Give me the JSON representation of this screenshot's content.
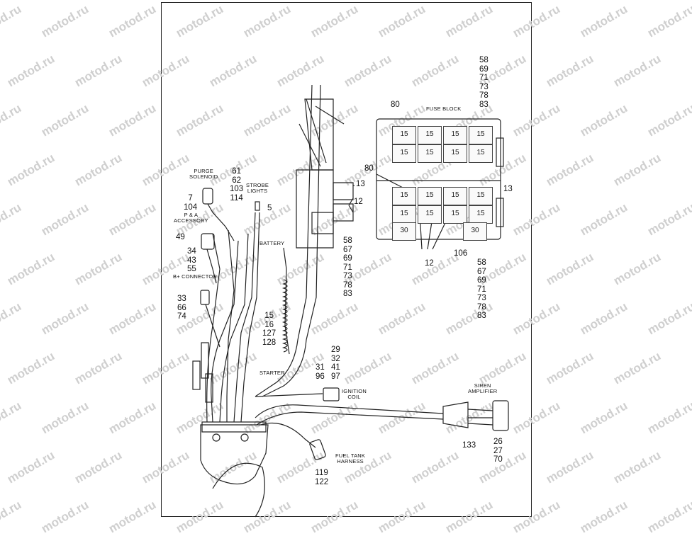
{
  "watermark": "motod.ru",
  "labels": {
    "purge_solenoid": "PURGE\nSOLENOID",
    "strobe_lights": "STROBE\nLIGHTS",
    "p_a_accessory": "P & A\nACCESSORY",
    "b_connector": "B+ CONNECTOR",
    "battery": "BATTERY",
    "starter": "STARTER",
    "ignition_coil": "IGNITION\nCOIL",
    "fuse_block": "FUSE BLOCK",
    "siren_amplifier": "SIREN\nAMPLIFIER",
    "fuel_tank_harness": "FUEL TANK\nHARNESS"
  },
  "callouts": {
    "purge_a": [
      "7",
      "104"
    ],
    "purge_b": [
      "61",
      "62",
      "103",
      "114"
    ],
    "strobe": [
      "5"
    ],
    "pa_49": [
      "49"
    ],
    "pa_stack": [
      "34",
      "43",
      "55"
    ],
    "bplus_stack": [
      "33",
      "66",
      "74"
    ],
    "harness_mid": [
      "15",
      "16",
      "127",
      "128"
    ],
    "relay_13": [
      "13"
    ],
    "relay_12": [
      "12"
    ],
    "relay_stack": [
      "58",
      "67",
      "69",
      "71",
      "73",
      "78",
      "83"
    ],
    "coil_a": [
      "31",
      "96"
    ],
    "coil_b": [
      "29",
      "32",
      "41",
      "97"
    ],
    "fuse_top": [
      "58",
      "69",
      "71",
      "73",
      "78",
      "83"
    ],
    "fuse_80a": [
      "80"
    ],
    "fuse_80b": [
      "80"
    ],
    "fuse_13": [
      "13"
    ],
    "fuse_12": [
      "12"
    ],
    "fuse_106": [
      "106"
    ],
    "fuse_bottom": [
      "58",
      "67",
      "69",
      "71",
      "73",
      "78",
      "83"
    ],
    "siren_133": [
      "133"
    ],
    "siren_stack": [
      "26",
      "27",
      "70"
    ],
    "fuel_stack": [
      "119",
      "122"
    ]
  },
  "fuse_values": [
    "15",
    "15",
    "15",
    "15",
    "15",
    "15",
    "15",
    "15",
    "15",
    "15",
    "15",
    "15",
    "15",
    "15",
    "15",
    "15",
    "30",
    "30"
  ]
}
